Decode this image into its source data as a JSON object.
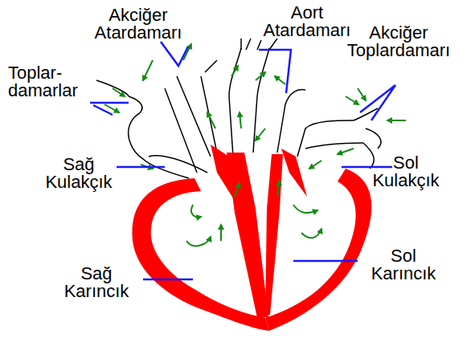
{
  "diagram": {
    "labels": [
      "Akciğer Atardamarı",
      "Aort Atardamarı",
      "Toplar- damarlar",
      "Akciğer Toplardamarı",
      "Sağ Kulakçık",
      "Sol Kulakçık",
      "Sağ Karıncık",
      "Sol Karıncık"
    ]
  }
}
